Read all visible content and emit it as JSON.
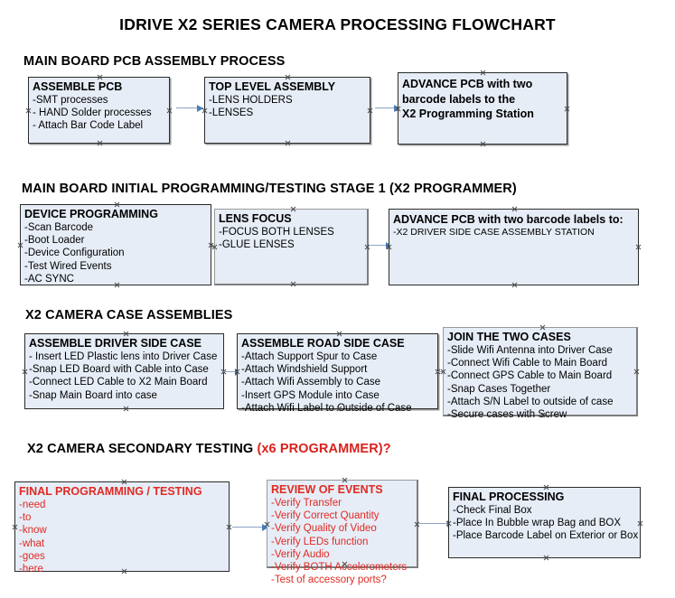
{
  "document": {
    "title": "IDRIVE X2  SERIES CAMERA PROCESSING FLOWCHART"
  },
  "colors": {
    "box_fill": "#e6edf7",
    "box_border": "#2b2b2b",
    "arrow_line": "#8ba4c4",
    "arrow_head": "#4a7ebb",
    "accent_red": "#e02a22",
    "text": "#000000"
  },
  "sections": [
    {
      "heading": "MAIN BOARD PCB ASSEMBLY PROCESS",
      "heading_accent": "",
      "boxes": [
        {
          "title": "ASSEMBLE PCB",
          "lines": [
            "-SMT processes",
            "- HAND Solder processes",
            "- Attach Bar Code Label"
          ]
        },
        {
          "title": "TOP LEVEL ASSEMBLY",
          "lines": [
            "-LENS HOLDERS",
            "-LENSES"
          ]
        },
        {
          "title": "",
          "bold_lines": [
            "ADVANCE PCB with two",
            "barcode labels to the",
            " X2 Programming Station"
          ]
        }
      ]
    },
    {
      "heading": "MAIN BOARD INITIAL PROGRAMMING/TESTING STAGE 1 (X2 PROGRAMMER)",
      "heading_accent": "",
      "boxes": [
        {
          "title": "DEVICE PROGRAMMING",
          "lines": [
            "-Scan Barcode",
            "-Boot Loader",
            "-Device Configuration",
            "-Test Wired Events",
            "-AC SYNC"
          ]
        },
        {
          "title": "LENS FOCUS",
          "lines": [
            "-FOCUS BOTH LENSES",
            "-GLUE LENSES"
          ]
        },
        {
          "title": "ADVANCE PCB with two barcode labels to:",
          "lines": [
            "-X2 DRIVER  SIDE  CASE  ASSEMBLY STATION"
          ]
        }
      ]
    },
    {
      "heading": "X2 CAMERA CASE ASSEMBLIES",
      "heading_accent": "",
      "boxes": [
        {
          "title": "ASSEMBLE DRIVER SIDE CASE",
          "lines": [
            "- Insert LED Plastic lens into Driver Case",
            "-Snap LED Board with Cable into Case",
            "-Connect LED Cable to X2 Main Board",
            "-Snap Main Board into case"
          ]
        },
        {
          "title": "ASSEMBLE ROAD SIDE CASE",
          "lines": [
            "-Attach Support Spur to Case",
            "-Attach Windshield Support",
            "-Attach Wifi Assembly to Case",
            "-Insert GPS Module into Case",
            "-Attach Wifi Label to Outside of Case"
          ]
        },
        {
          "title": "JOIN THE TWO CASES",
          "lines": [
            "-Slide Wifi Antenna into Driver Case",
            "-Connect Wifi Cable to Main Board",
            "-Connect GPS Cable to Main Board",
            "-Snap Cases Together",
            "-Attach S/N Label to outside of case",
            "-Secure cases with Screw"
          ]
        }
      ]
    },
    {
      "heading": "X2 CAMERA SECONDARY TESTING ",
      "heading_accent": "(x6 PROGRAMMER)?",
      "boxes": [
        {
          "title": "FINAL PROGRAMMING / TESTING",
          "lines": [
            "-need",
            "-to",
            "-know",
            "-what",
            "-goes",
            "-here"
          ]
        },
        {
          "title": "REVIEW OF EVENTS",
          "lines": [
            "-Verify Transfer",
            "-Verify Correct Quantity",
            "-Verify Quality of Video",
            "-Verify LEDs function",
            "-Verify Audio",
            "-Verify BOTH Accelerometers",
            "-Test of accessory ports?"
          ]
        },
        {
          "title": "FINAL PROCESSING",
          "lines": [
            " -Check Final Box",
            "-Place In Bubble wrap Bag and BOX",
            "-Place Barcode Label on Exterior or Box"
          ]
        }
      ]
    }
  ]
}
